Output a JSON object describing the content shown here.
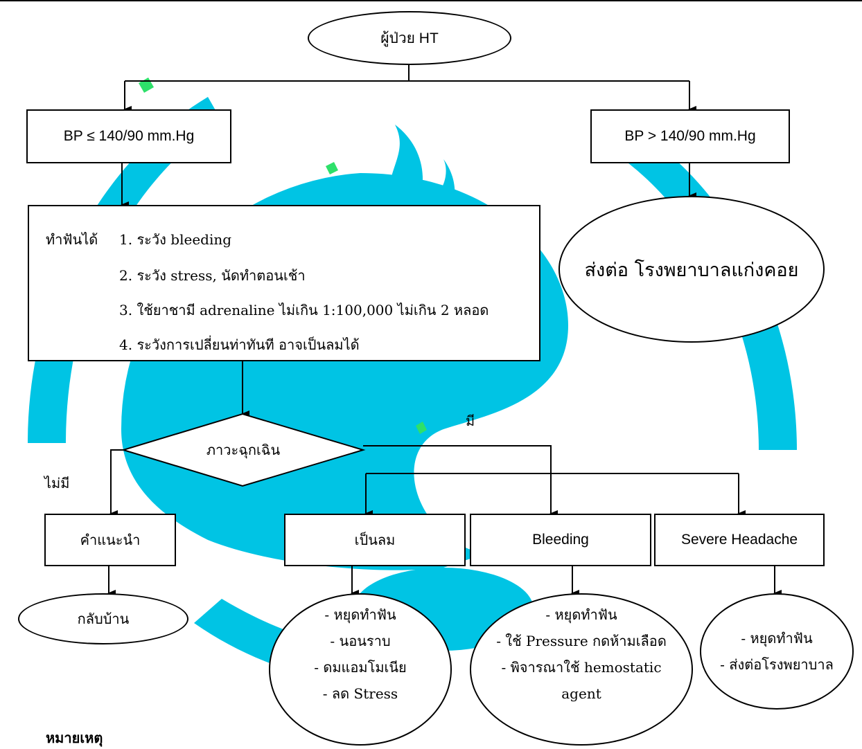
{
  "start": {
    "label": "ผู้ป่วย HT"
  },
  "bp_low": {
    "label": "BP ≤ 140/90 mm.Hg"
  },
  "bp_high": {
    "label": "BP > 140/90 mm.Hg"
  },
  "refer": {
    "label": "ส่งต่อ โรงพยาบาลแก่งคอย"
  },
  "treatment": {
    "lead": "ทำฟันได้",
    "items": [
      "1. ระวัง bleeding",
      "2. ระวัง stress, นัดทำตอนเช้า",
      "3. ใช้ยาชามี adrenaline ไม่เกิน 1:100,000 ไม่เกิน 2 หลอด",
      "4. ระวังการเปลี่ยนท่าทันที อาจเป็นลมได้"
    ]
  },
  "decision": {
    "label": "ภาวะฉุกเฉิน",
    "yes_label": "มี",
    "no_label": "ไม่มี"
  },
  "advice": {
    "label": "คำแนะนำ"
  },
  "go_home": {
    "label": "กลับบ้าน"
  },
  "faint": {
    "label": "เป็นลม",
    "actions": [
      "- หยุดทำฟัน",
      "- นอนราบ",
      "- ดมแอมโมเนีย",
      "- ลด Stress"
    ]
  },
  "bleeding": {
    "label": "Bleeding",
    "actions": [
      "- หยุดทำฟัน",
      "- ใช้ Pressure กดห้ามเลือด",
      "- พิจารณาใช้ hemostatic",
      "agent"
    ]
  },
  "headache": {
    "label": "Severe Headache",
    "actions": [
      "- หยุดทำฟัน",
      "- ส่งต่อโรงพยาบาล"
    ]
  },
  "note": {
    "label": "หมายเหตุ"
  },
  "colors": {
    "watermark": "#00c4e4",
    "watermark_accent": "#2ee06a",
    "line": "#000000"
  }
}
